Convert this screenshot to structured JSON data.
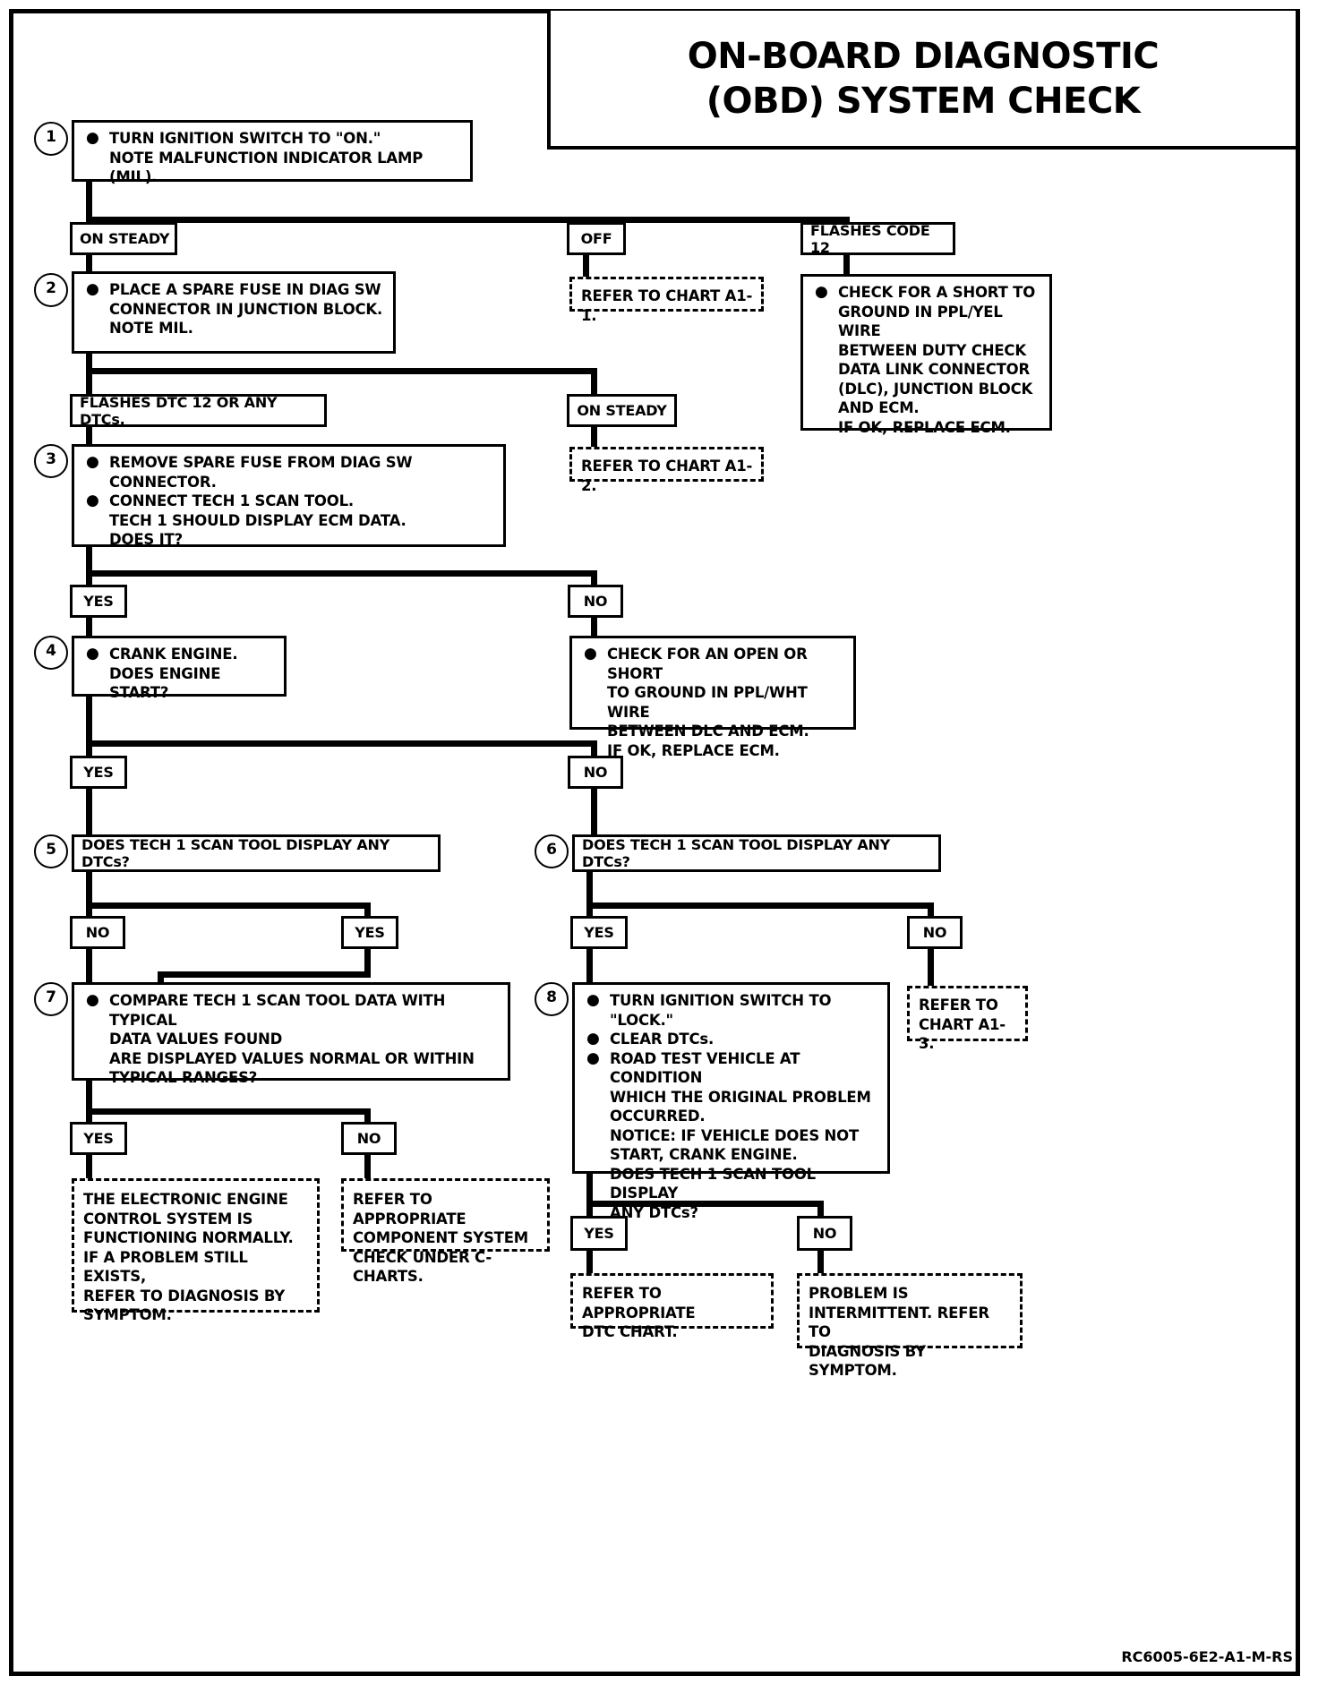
{
  "title": "ON-BOARD DIAGNOSTIC\n(OBD) SYSTEM CHECK",
  "footer_code": "RC6005-6E2-A1-M-RS",
  "colors": {
    "ink": "#000000",
    "paper": "#ffffff"
  },
  "steps": {
    "s1": {
      "number": "1",
      "text": "TURN IGNITION SWITCH TO \"ON.\"\nNOTE MALFUNCTION INDICATOR LAMP (MIL)."
    },
    "s2": {
      "number": "2",
      "text": "PLACE A SPARE FUSE IN DIAG SW\nCONNECTOR IN JUNCTION BLOCK.\nNOTE MIL."
    },
    "s3": {
      "number": "3",
      "bullet1": "REMOVE SPARE FUSE FROM DIAG SW CONNECTOR.",
      "bullet2": "CONNECT TECH 1 SCAN TOOL.\nTECH 1 SHOULD DISPLAY ECM DATA.\nDOES IT?"
    },
    "s4": {
      "number": "4",
      "text": "CRANK ENGINE.\nDOES ENGINE START?"
    },
    "s5": {
      "number": "5",
      "text": "DOES TECH 1 SCAN TOOL DISPLAY ANY DTCs?"
    },
    "s6": {
      "number": "6",
      "text": "DOES TECH 1 SCAN TOOL DISPLAY ANY DTCs?"
    },
    "s7": {
      "number": "7",
      "text": "COMPARE TECH 1 SCAN TOOL DATA WITH TYPICAL\nDATA VALUES FOUND\nARE DISPLAYED VALUES NORMAL OR WITHIN\nTYPICAL RANGES?"
    },
    "s8": {
      "number": "8",
      "bullet1": "TURN IGNITION SWITCH TO \"LOCK.\"",
      "bullet2": "CLEAR DTCs.",
      "bullet3": "ROAD TEST VEHICLE AT CONDITION\nWHICH THE ORIGINAL PROBLEM\nOCCURRED.\nNOTICE:  IF VEHICLE DOES NOT\nSTART, CRANK ENGINE.\nDOES TECH 1 SCAN TOOL DISPLAY\nANY DTCs?"
    }
  },
  "branch_labels": {
    "on_steady_1": "ON STEADY",
    "off_1": "OFF",
    "flashes_code_12": "FLASHES CODE 12",
    "flashes_dtc_12": "FLASHES DTC 12 OR ANY DTCs.",
    "on_steady_2": "ON STEADY",
    "yes_3": "YES",
    "no_3": "NO",
    "yes_4": "YES",
    "no_4": "NO",
    "no_5": "NO",
    "yes_5": "YES",
    "yes_6": "YES",
    "no_6": "NO",
    "yes_7": "YES",
    "no_7": "NO",
    "yes_8": "YES",
    "no_8": "NO"
  },
  "terminals": {
    "chart_a1_1": "REFER TO CHART A1-1.",
    "chart_a1_2": "REFER TO CHART A1-2.",
    "check_short_ppl_yel": "CHECK FOR A SHORT TO\nGROUND IN PPL/YEL WIRE\nBETWEEN DUTY CHECK\nDATA LINK CONNECTOR\n(DLC), JUNCTION BLOCK\nAND ECM.\nIF OK, REPLACE ECM.",
    "check_open_ppl_wht": "CHECK FOR AN OPEN OR SHORT\nTO GROUND IN PPL/WHT WIRE\nBETWEEN DLC AND ECM.\nIF OK, REPLACE ECM.",
    "chart_a1_3": "REFER TO\nCHART A1-3.",
    "system_normal": "THE ELECTRONIC ENGINE\nCONTROL SYSTEM IS\nFUNCTIONING NORMALLY.\nIF A PROBLEM STILL EXISTS,\nREFER TO  DIAGNOSIS BY\nSYMPTOM.",
    "component_system_check": "REFER TO APPROPRIATE\nCOMPONENT SYSTEM\nCHECK UNDER C-CHARTS.",
    "dtc_chart": "REFER TO APPROPRIATE\nDTC CHART.",
    "intermittent": "PROBLEM IS\nINTERMITTENT. REFER TO\nDIAGNOSIS BY SYMPTOM."
  }
}
